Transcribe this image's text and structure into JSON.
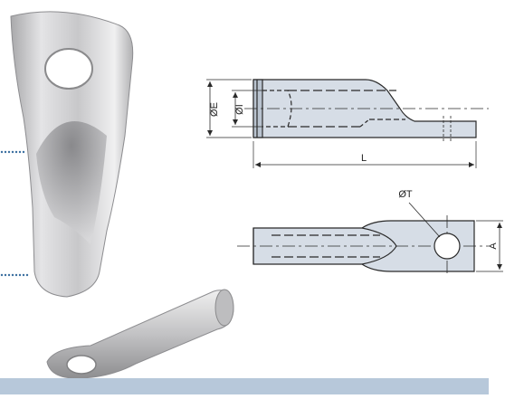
{
  "diagram": {
    "labels": {
      "outer_diameter": "ØE",
      "inner_diameter": "ØI",
      "length": "L",
      "hole_diameter": "ØT",
      "palm_width": "A"
    },
    "colors": {
      "lug_fill": "#d6dde6",
      "outline": "#2a2a2a",
      "metal_light": "#e8e8ea",
      "metal_dark": "#9a9a9c",
      "band": "#b7c8da",
      "leader_dots": "#3b6fa0"
    }
  }
}
